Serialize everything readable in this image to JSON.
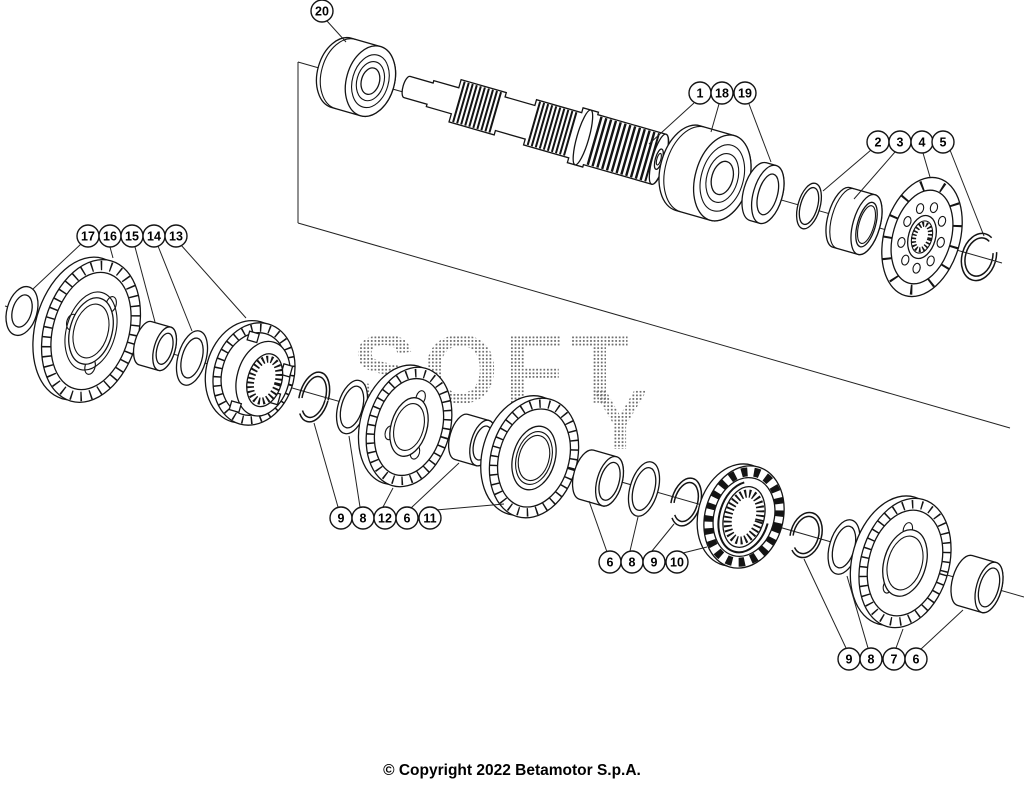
{
  "page": {
    "copyright": "© Copyright 2022 Betamotor S.p.A.",
    "watermark": {
      "line1": "SOFT",
      "line2": "Y"
    }
  },
  "callouts": {
    "top": [
      "20"
    ],
    "input_shaft": [
      "1",
      "18",
      "19"
    ],
    "sprocket_group": [
      "2",
      "3",
      "4",
      "5"
    ],
    "left_group": [
      "17",
      "16",
      "15",
      "14",
      "13"
    ],
    "mid_group": [
      "9",
      "8",
      "12",
      "6",
      "11"
    ],
    "mid_right_group": [
      "6",
      "8",
      "9",
      "10"
    ],
    "bottom_right_group": [
      "9",
      "8",
      "7",
      "6"
    ]
  }
}
